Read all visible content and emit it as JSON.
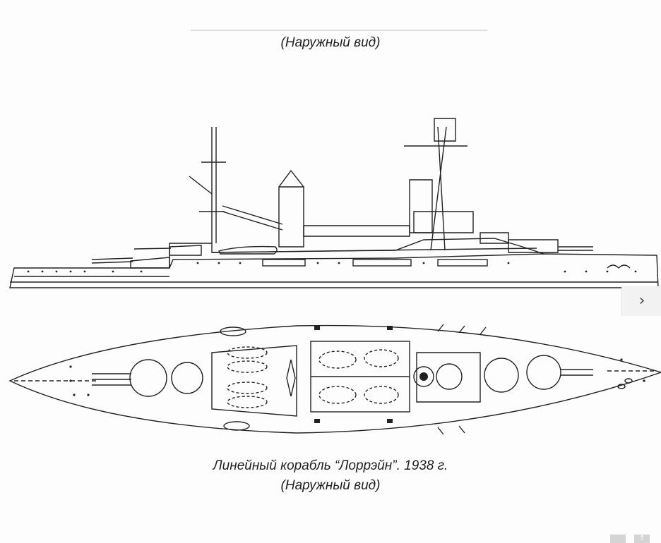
{
  "document": {
    "top_caption": "(Наружный вид)",
    "title_line": "Линейный корабль “Лоррэйн”. 1938 г.",
    "subtitle_line": "(Наружный вид)"
  },
  "controls": {
    "next_icon": "chevron-right-icon",
    "next_glyph": "›",
    "corner_glyph": "↑"
  },
  "colors": {
    "ink": "#222222",
    "paper": "#fdfdfd",
    "nav_bg": "#f2f2f2"
  }
}
